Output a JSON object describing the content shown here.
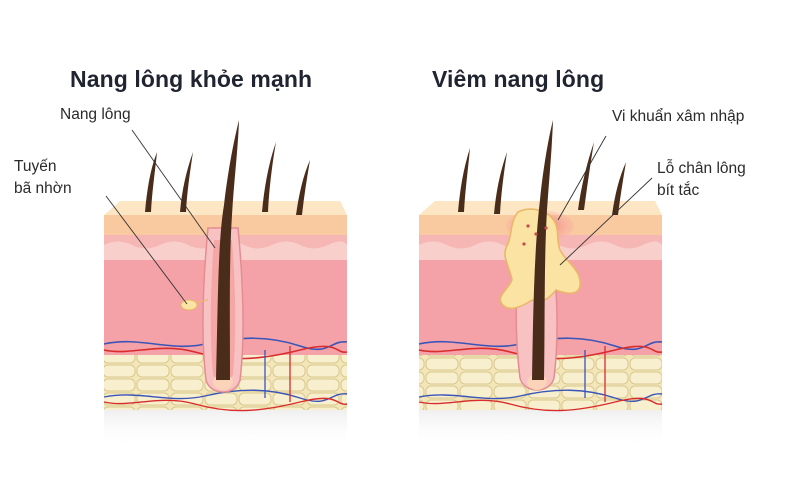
{
  "titles": {
    "healthy": "Nang lông khỏe mạnh",
    "inflamed": "Viêm nang lông"
  },
  "labels": {
    "hair_follicle": "Nang lông",
    "sebaceous_gland": [
      "Tuyến",
      "bã nhờn"
    ],
    "bacteria": "Vi khuẩn xâm nhập",
    "clogged_pore": [
      "Lỗ chân lông",
      "bít tắc"
    ]
  },
  "colors": {
    "skin_top": "#fbd9b0",
    "epidermis": "#f4a7a5",
    "dermis": "#f4a2a8",
    "fat": "#f6eecb",
    "fat_line": "#d9c98f",
    "hair": "#4a2c1a",
    "pus": "#fbe3a4",
    "pus_edge": "#e9b86a",
    "inflammation": "#ef5a65",
    "artery": "#d92c2c",
    "vein": "#3a55b8"
  }
}
